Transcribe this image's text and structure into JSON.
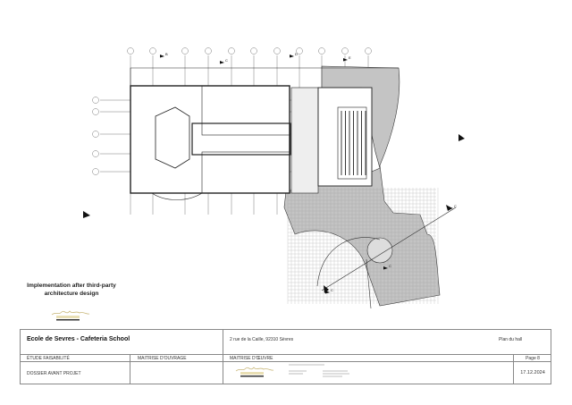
{
  "sheet": {
    "caption_line1": "Implementation after third-party",
    "caption_line2": "architecture design",
    "section_marks": [
      "B",
      "C",
      "D",
      "E",
      "C",
      "C",
      "C"
    ],
    "colors": {
      "line": "#222222",
      "hatch": "#bdbdbd",
      "frame": "#888888",
      "logo": "#c9b87a"
    }
  },
  "title_block": {
    "project_title": "Ecole de Sevres - Cafeteria School",
    "address": "2 rue de la Caille, 92310 Sèvres",
    "drawing_title": "Plan du hall",
    "headers": {
      "etude": "ÉTUDE FAISABILITÉ",
      "maitrise_ouvrage": "MAITRISE D'OUVRAGE",
      "maitrise_oeuvre": "MAITRISE D'ŒUVRE",
      "page": "Page 8"
    },
    "phase": "DOSSIER AVANT PROJET",
    "date": "17.12.2024"
  }
}
